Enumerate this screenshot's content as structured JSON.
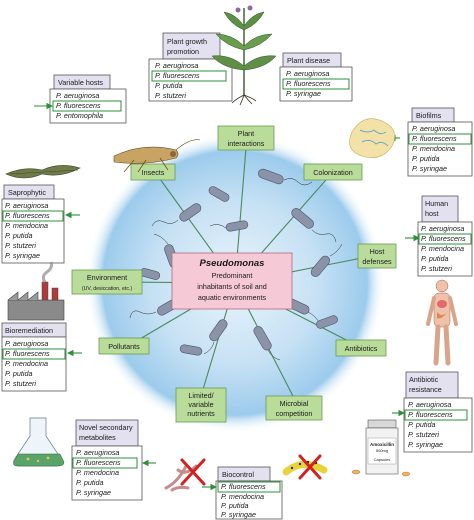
{
  "center": {
    "title": "Pseudomonas",
    "lines": [
      "Predominant",
      "inhabitants of soil and",
      "aquatic environments"
    ]
  },
  "nodes": {
    "plant_interactions": [
      "Plant",
      "interactions"
    ],
    "insects": "Insects",
    "colonization": "Colonization",
    "host_defenses": [
      "Host",
      "defenses"
    ],
    "environment": "Environment",
    "environment_sub": "(UV, desiccation, etc.)",
    "pollutants": "Pollutants",
    "antibiotics": "Antibiotics",
    "limited_nutrients": [
      "Limited/",
      "variable",
      "nutrients"
    ],
    "microbial_competition": [
      "Microbial",
      "competition"
    ]
  },
  "groups": {
    "plant_growth": {
      "title": [
        "Plant growth",
        "promotion"
      ],
      "species": [
        "P. aeruginosa",
        "P. fluorescens",
        "P. putida",
        "P. stutzeri"
      ]
    },
    "plant_disease": {
      "title": [
        "Plant disease"
      ],
      "species": [
        "P. aeruginosa",
        "P. fluorescens",
        "P. syringae"
      ]
    },
    "variable_hosts": {
      "title": [
        "Variable hosts"
      ],
      "species": [
        "P. aeruginosa",
        "P. fluorescens",
        "P. entomophila"
      ]
    },
    "biofilms": {
      "title": [
        "Biofilms"
      ],
      "species": [
        "P. aeruginosa",
        "P. fluorescens",
        "P. mendocina",
        "P. putida",
        "P. syringae"
      ]
    },
    "saprophytic": {
      "title": [
        "Saprophytic"
      ],
      "species": [
        "P. aeruginosa",
        "P. fluorescens",
        "P. mendocina",
        "P. putida",
        "P. stutzeri",
        "P. syringae"
      ]
    },
    "human_host": {
      "title": [
        "Human",
        "host"
      ],
      "species": [
        "P. aeruginosa",
        "P. fluorescens",
        "P. mendocina",
        "P. putida",
        "P. stutzeri"
      ]
    },
    "bioremediation": {
      "title": [
        "Bioremediation"
      ],
      "species": [
        "P. aeruginosa",
        "P. fluorescens",
        "P. mendocina",
        "P. putida",
        "P. stutzeri"
      ]
    },
    "antibiotic_resistance": {
      "title": [
        "Antibiotic",
        "resistance"
      ],
      "species": [
        "P. aeruginosa",
        "P. fluorescens",
        "P. putida",
        "P. stutzeri",
        "P. syringae"
      ]
    },
    "novel_metabolites": {
      "title": [
        "Novel secondary",
        "metabolites"
      ],
      "species": [
        "P. aeruginosa",
        "P. fluorescens",
        "P. mendocina",
        "P. putida",
        "P. syringae"
      ]
    },
    "biocontrol": {
      "title": [
        "Biocontrol"
      ],
      "species": [
        "P. fluorescens",
        "P. mendocina",
        "P. putida",
        "P. syringae"
      ]
    }
  },
  "bottle_label": {
    "brand": "Amoxicillin",
    "dose": "500mg",
    "form": "Capsules"
  },
  "colors": {
    "highlight": "#2f8f3a",
    "node_fill": "#b9dc9a",
    "header_fill": "#e3e0f0",
    "halo": "#8fc3e8",
    "center_fill": "#f6c9d6"
  }
}
